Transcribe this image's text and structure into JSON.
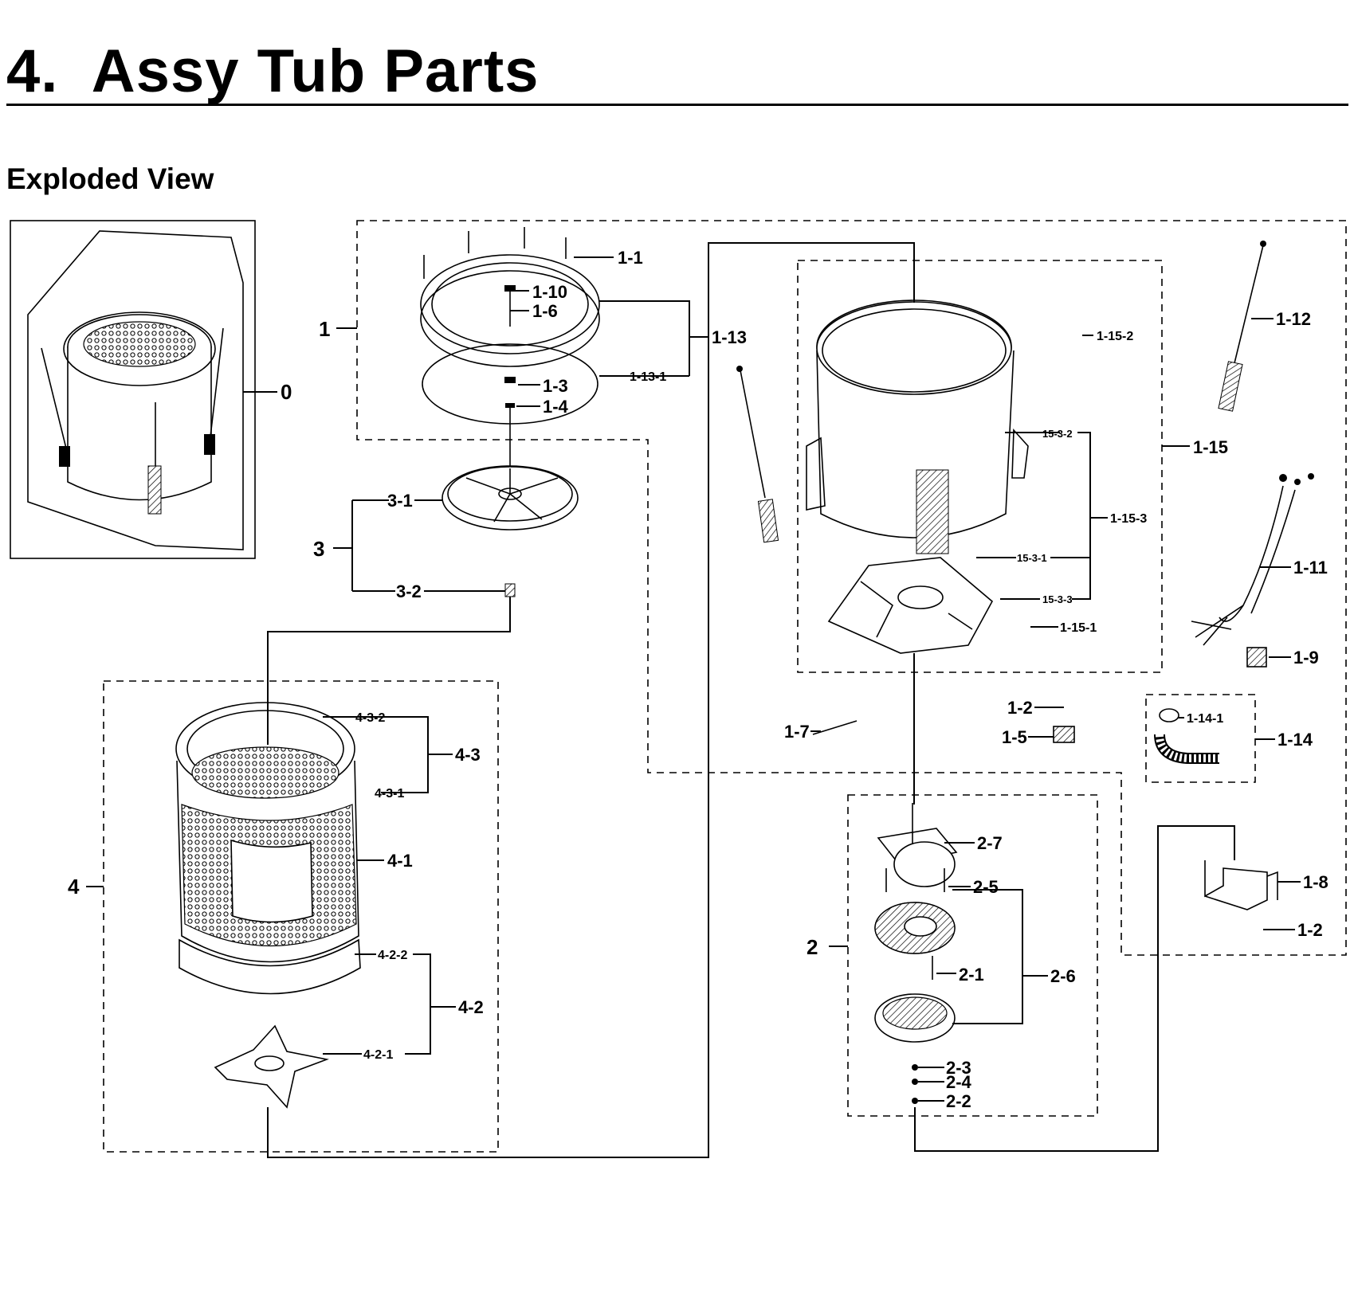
{
  "header": {
    "title": "4.  Assy Tub Parts",
    "subtitle": "Exploded View"
  },
  "callouts": {
    "c0": "0",
    "c1": "1",
    "c1_1": "1-1",
    "c1_10": "1-10",
    "c1_6": "1-6",
    "c1_13": "1-13",
    "c1_13_1": "1-13-1",
    "c1_3": "1-3",
    "c1_4": "1-4",
    "c1_15_2": "1-15-2",
    "c1_12": "1-12",
    "c15_3_2": "15-3-2",
    "c1_15": "1-15",
    "c1_15_3": "1-15-3",
    "c15_3_1": "15-3-1",
    "c15_3_3": "15-3-3",
    "c1_15_1": "1-15-1",
    "c1_11": "1-11",
    "c1_9": "1-9",
    "c3": "3",
    "c3_1": "3-1",
    "c3_2": "3-2",
    "c1_7": "1-7",
    "c1_2a": "1-2",
    "c1_5": "1-5",
    "c1_14_1": "1-14-1",
    "c1_14": "1-14",
    "c4": "4",
    "c4_3_2": "4-3-2",
    "c4_3": "4-3",
    "c4_3_1": "4-3-1",
    "c4_1": "4-1",
    "c4_2_2": "4-2-2",
    "c4_2": "4-2",
    "c4_2_1": "4-2-1",
    "c2": "2",
    "c2_7": "2-7",
    "c2_5": "2-5",
    "c2_1": "2-1",
    "c2_6": "2-6",
    "c2_3": "2-3",
    "c2_4": "2-4",
    "c2_2": "2-2",
    "c1_8": "1-8",
    "c1_2b": "1-2"
  },
  "icons": {
    "assembly": "tub-assembly-illustration",
    "ring": "tub-cover-ring-illustration",
    "pulsator": "pulsator-illustration",
    "outer_tub": "outer-tub-illustration",
    "inner_basket": "spin-basket-illustration",
    "motor": "motor-illustration"
  }
}
